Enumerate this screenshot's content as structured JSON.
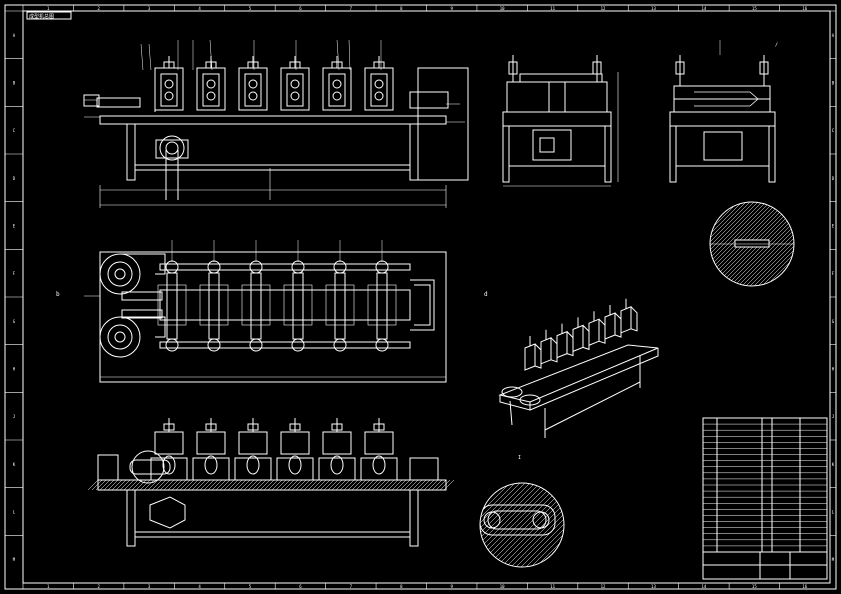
{
  "drawing": {
    "title_tag": "成型机总图",
    "background_color": "#000000",
    "line_color": "#ffffff",
    "border_numbers": [
      "1",
      "2",
      "3",
      "4",
      "5",
      "6",
      "7",
      "8",
      "9",
      "10",
      "11",
      "12",
      "13",
      "14",
      "15",
      "16"
    ],
    "border_letters": [
      "A",
      "B",
      "C",
      "D",
      "E",
      "F",
      "G",
      "H",
      "J",
      "K",
      "L",
      "M"
    ],
    "views": {
      "front": {
        "stations": 6
      },
      "plan": {
        "rows": 2
      },
      "side_left": {},
      "side_right": {},
      "section": {},
      "isometric": {},
      "detail": {}
    },
    "title_block": {
      "rows": 22
    }
  }
}
